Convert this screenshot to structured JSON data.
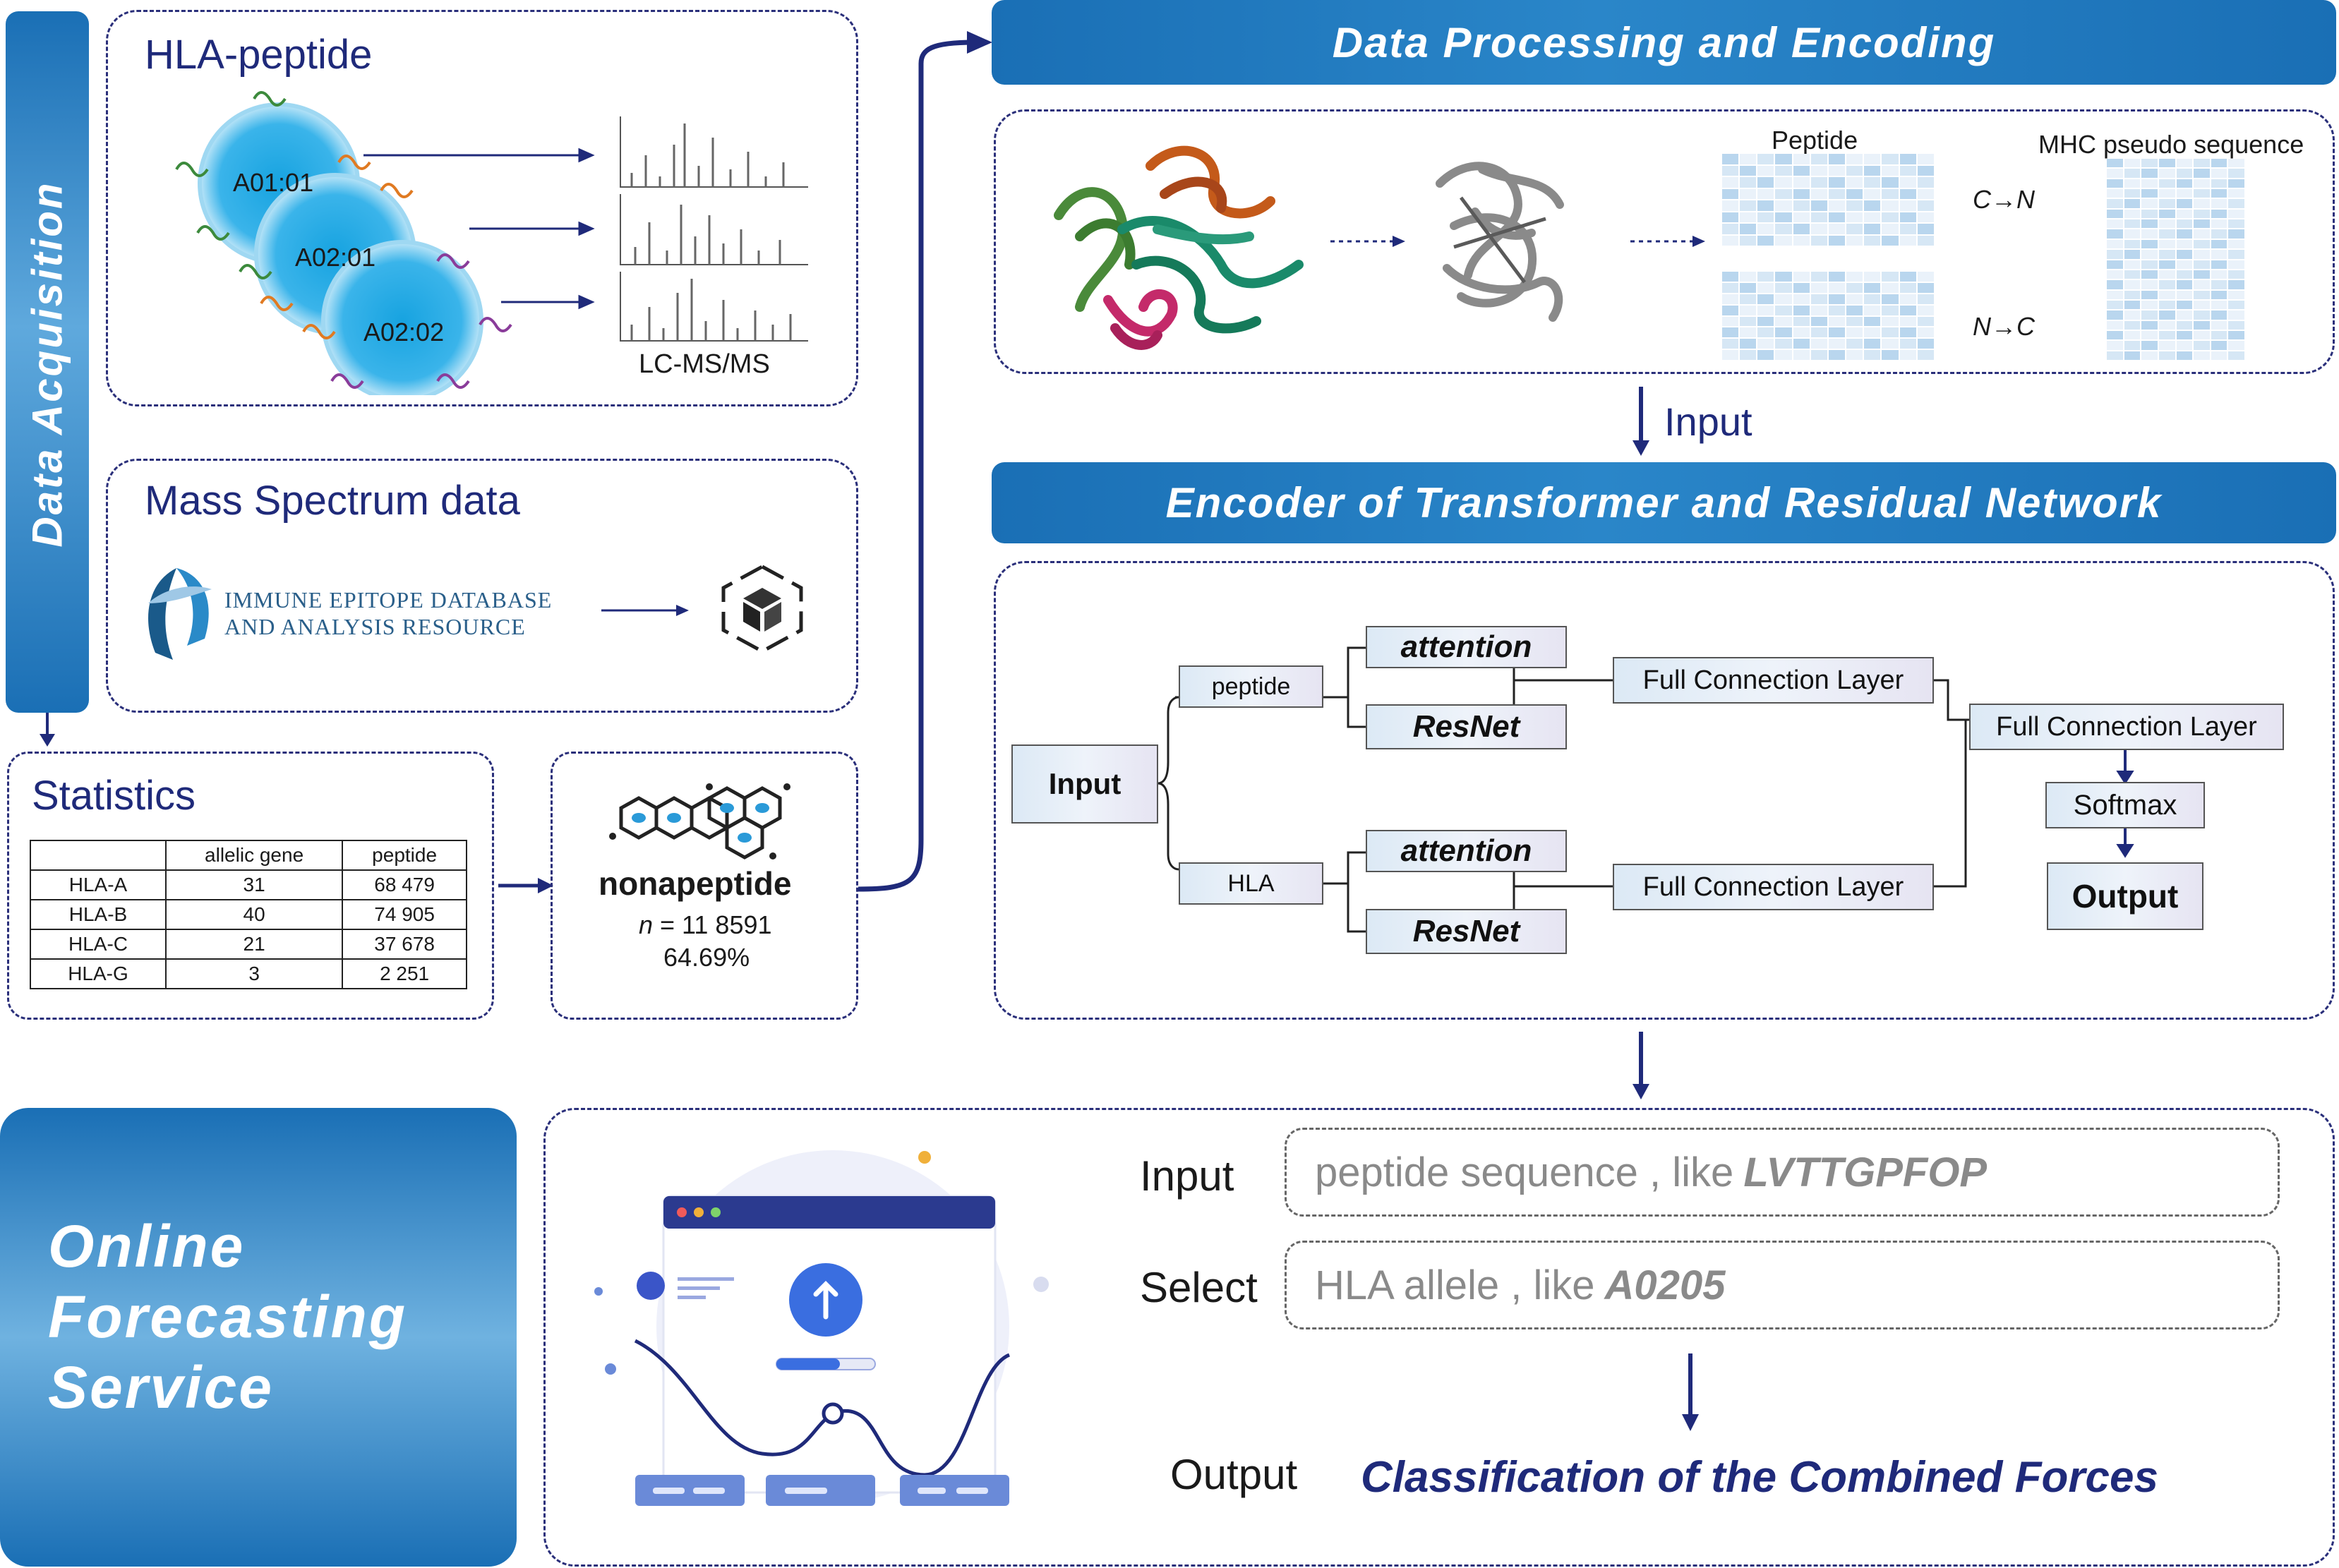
{
  "acquisition": {
    "side_label": "Data Acquisition",
    "hla_title": "HLA-peptide",
    "alleles": [
      "A01:01",
      "A02:01",
      "A02:02"
    ],
    "lcms_label": "LC-MS/MS",
    "mass_title": "Mass Spectrum data",
    "iedb_line1": "IMMUNE EPITOPE DATABASE",
    "iedb_line2": "AND ANALYSIS RESOURCE"
  },
  "statistics": {
    "title": "Statistics",
    "headers": [
      "",
      "allelic gene",
      "peptide"
    ],
    "rows": [
      [
        "HLA-A",
        "31",
        "68 479"
      ],
      [
        "HLA-B",
        "40",
        "74 905"
      ],
      [
        "HLA-C",
        "21",
        "37 678"
      ],
      [
        "HLA-G",
        "3",
        "2 251"
      ]
    ]
  },
  "nonapeptide": {
    "label": "nonapeptide",
    "n_prefix": "n",
    "n_value": " = 11 8591",
    "percent": "64.69%"
  },
  "processing": {
    "title": "Data Processing and Encoding",
    "peptide_label": "Peptide",
    "mhc_label": "MHC pseudo sequence",
    "c_to_n": "C→N",
    "n_to_c": "N→C",
    "input_label": "Input"
  },
  "encoder": {
    "title": "Encoder of Transformer and Residual Network",
    "input": "Input",
    "peptide": "peptide",
    "hla": "HLA",
    "attention": "attention",
    "resnet": "ResNet",
    "fc": "Full Connection Layer",
    "softmax": "Softmax",
    "output": "Output"
  },
  "service": {
    "title_line1": "Online",
    "title_line2": "Forecasting",
    "title_line3": "Service",
    "input_label": "Input",
    "input_placeholder": "peptide sequence , like",
    "input_example": "LVTTGPFOP",
    "select_label": "Select",
    "select_placeholder": "HLA allele , like",
    "select_example": "A0205",
    "output_label": "Output",
    "output_value": "Classification of the Combined Forces"
  }
}
